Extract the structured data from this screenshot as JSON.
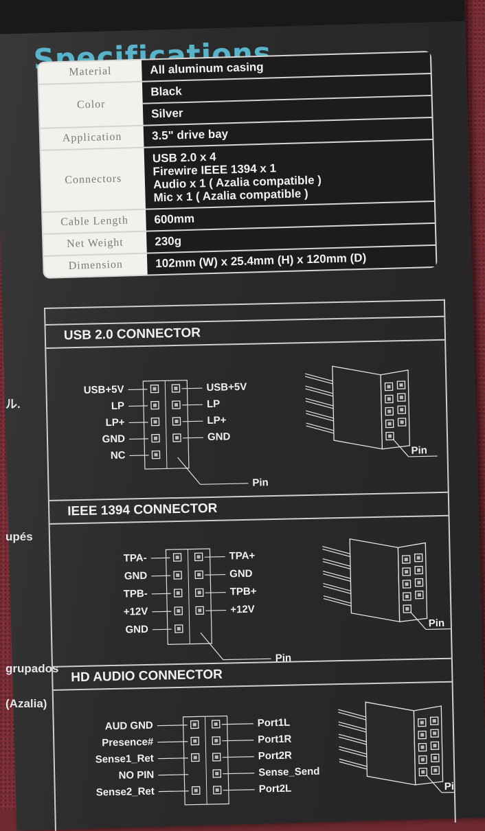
{
  "title": "Specifications",
  "left_fragments": [
    "ル.",
    "upés",
    "grupados",
    "(Azalia)"
  ],
  "specs": [
    {
      "label": "Material",
      "values": [
        "All aluminum casing"
      ]
    },
    {
      "label": "Color",
      "values": [
        "Black",
        "Silver"
      ]
    },
    {
      "label": "Application",
      "values": [
        "3.5\" drive bay"
      ]
    },
    {
      "label": "Connectors",
      "values": [
        "USB 2.0 x 4",
        "Firewire IEEE 1394 x 1",
        "Audio x 1 ( Azalia compatible )",
        "Mic x 1 ( Azalia compatible )"
      ]
    },
    {
      "label": "Cable Length",
      "values": [
        "600mm"
      ]
    },
    {
      "label": "Net Weight",
      "values": [
        "230g"
      ]
    },
    {
      "label": "Dimension",
      "values": [
        "102mm (W) x 25.4mm (H) x 120mm (D)"
      ]
    }
  ],
  "usb": {
    "header": "USB 2.0 CONNECTOR",
    "left": [
      "USB+5V",
      "LP",
      "LP+",
      "GND",
      "NC"
    ],
    "right": [
      "USB+5V",
      "LP",
      "LP+",
      "GND"
    ],
    "pin": "Pin",
    "pin3d": "Pin"
  },
  "ieee": {
    "header": "IEEE 1394 CONNECTOR",
    "left": [
      "TPA-",
      "GND",
      "TPB-",
      "+12V",
      "GND"
    ],
    "right": [
      "TPA+",
      "GND",
      "TPB+",
      "+12V"
    ],
    "pin": "Pin",
    "pin3d": "Pin"
  },
  "audio": {
    "header": "HD AUDIO CONNECTOR",
    "left": [
      "AUD GND",
      "Presence#",
      "Sense1_Ret",
      "NO PIN",
      "Sense2_Ret"
    ],
    "right": [
      "Port1L",
      "Port1R",
      "Port2R",
      "Sense_Send",
      "Port2L"
    ],
    "pin3d": "Pin"
  }
}
